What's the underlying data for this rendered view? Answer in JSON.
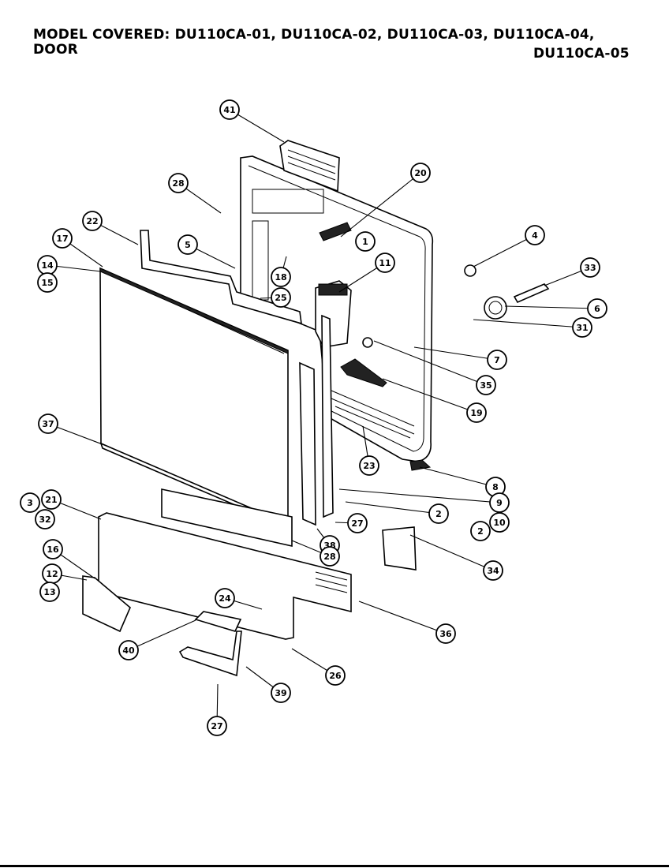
{
  "header": {
    "title_line": "MODEL COVERED: DU110CA-01, DU110CA-02, DU110CA-03, DU110CA-04,",
    "subtitle": "DOOR",
    "model_right": "DU110CA-05"
  },
  "callouts": [
    "41",
    "20",
    "28",
    "22",
    "17",
    "5",
    "1",
    "14",
    "15",
    "18",
    "11",
    "25",
    "4",
    "33",
    "6",
    "31",
    "7",
    "35",
    "19",
    "37",
    "23",
    "8",
    "3",
    "21",
    "32",
    "2",
    "9",
    "10",
    "2",
    "27",
    "16",
    "38",
    "28",
    "34",
    "12",
    "13",
    "24",
    "36",
    "40",
    "26",
    "39",
    "27"
  ]
}
